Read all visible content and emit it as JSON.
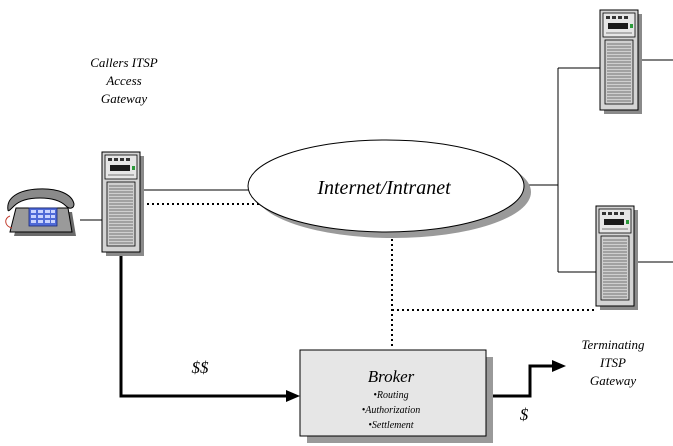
{
  "labels": {
    "caller_gateway": [
      "Callers ITSP",
      "Access",
      "Gateway"
    ],
    "cloud": "Internet/Intranet",
    "terminating_gateway": [
      "Terminating",
      "ITSP",
      "Gateway"
    ],
    "double_dollar": "$$",
    "single_dollar": "$"
  },
  "broker": {
    "title": "Broker",
    "functions": [
      "•Routing",
      "•Authorization",
      "•Settlement"
    ]
  },
  "icons": {
    "phone": "telephone-icon",
    "server": "server-icon"
  },
  "colors": {
    "line": "#000000",
    "shadow": "#9a9a9a",
    "broker_fill": "#e6e6e6",
    "server_body": "#d4d4d4",
    "server_dark": "#2a2a2a",
    "phone_body": "#9a9a9a",
    "phone_keypad": "#4f6ad8"
  }
}
